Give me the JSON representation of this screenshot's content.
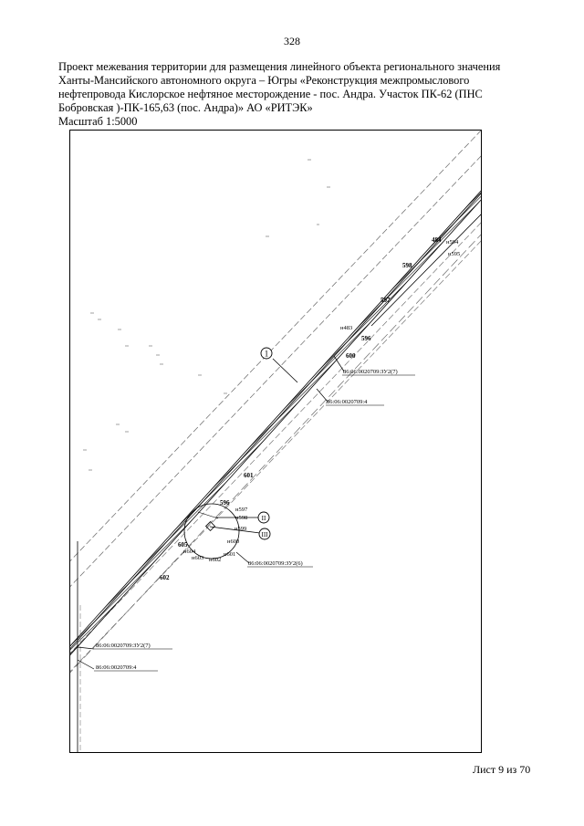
{
  "page_number": "328",
  "title_lines": [
    "Проект межевания  территории для размещения линейного объекта регионального значения",
    "Ханты-Мансийского автономного округа – Югры  «Реконструкция межпромыслового",
    "нефтепровода Кислорское нефтяное месторождение - пос. Андра. Участок ПК-62 (ПНС",
    "Бобровская )-ПК-165,63 (пос. Андра)» АО «РИТЭК»"
  ],
  "scale": "Масштаб 1:5000",
  "sheet": "Лист 9 из 70",
  "map": {
    "points": {
      "p484": "484",
      "pn594": "н594",
      "pn595": "н595",
      "p598": "598",
      "p597a": "597",
      "pn483": "н483",
      "p596a": "596",
      "p600": "600",
      "p601": "601",
      "p596b": "596",
      "pn597": "н597",
      "pn598": "н598",
      "pn599": "н599",
      "pn600": "н600",
      "pn601": "н601",
      "pn602": "н602",
      "pn603": "н603",
      "pn604": "н604",
      "p605": "605",
      "p602": "602"
    },
    "callouts": {
      "c1": "1",
      "c2": "II",
      "c3": "III"
    },
    "parcels": {
      "zu2_7_top": "86:06:0020709:ЗУ2(7)",
      "parcel4_top": "86:06:0020709:4",
      "zu2_6": "86:06:0020709:ЗУ2(6)",
      "zu2_7_bottom": "86:06:0020709:ЗУ2(7)",
      "parcel4_bottom": "86:06:0020709:4"
    }
  }
}
